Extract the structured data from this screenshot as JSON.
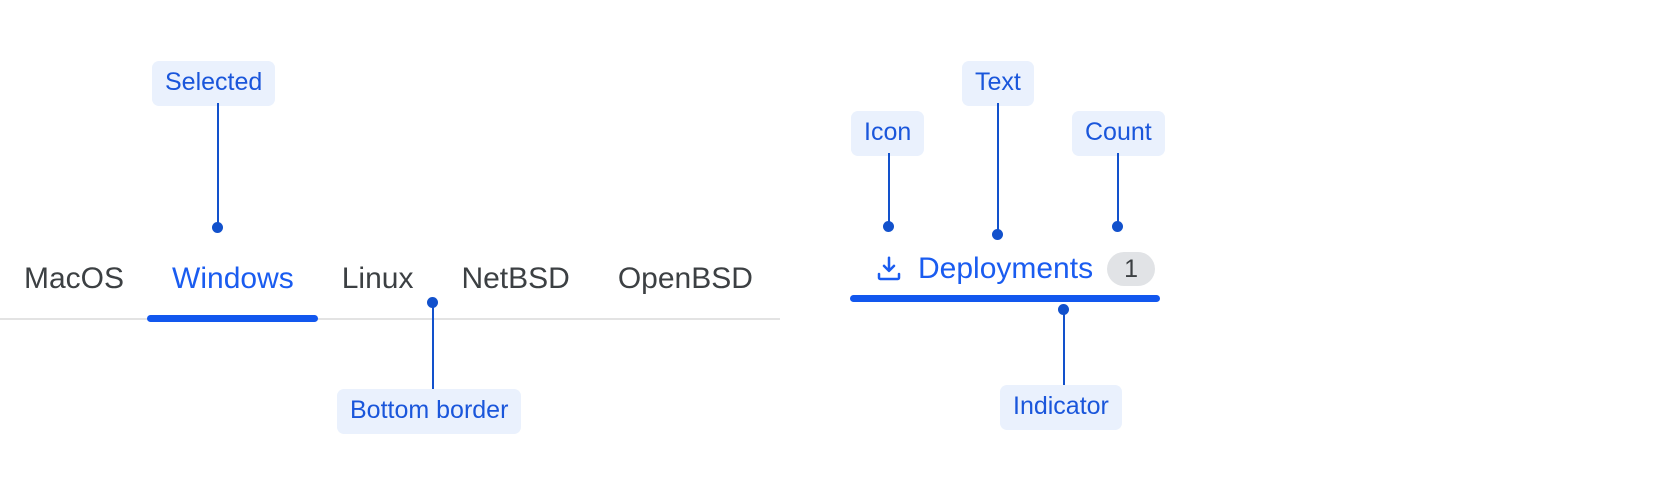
{
  "theme": {
    "accent_blue": "#1a5cf0",
    "indicator_blue": "#1257ee",
    "annotation_text": "#1a56db",
    "annotation_bg": "#eaf1fd",
    "tab_text": "#3c4043",
    "rule_gray": "#e3e3e3",
    "badge_bg": "#e1e3e6"
  },
  "tab_strip": {
    "tabs": [
      {
        "label": "MacOS",
        "selected": false
      },
      {
        "label": "Windows",
        "selected": true
      },
      {
        "label": "Linux",
        "selected": false
      },
      {
        "label": "NetBSD",
        "selected": false
      },
      {
        "label": "OpenBSD",
        "selected": false
      }
    ]
  },
  "deployments_tab": {
    "icon": "download-icon",
    "label": "Deployments",
    "count": "1"
  },
  "annotations": [
    {
      "id": "selected",
      "label": "Selected"
    },
    {
      "id": "bottom-border",
      "label": "Bottom border"
    },
    {
      "id": "icon",
      "label": "Icon"
    },
    {
      "id": "text",
      "label": "Text"
    },
    {
      "id": "count",
      "label": "Count"
    },
    {
      "id": "indicator",
      "label": "Indicator"
    }
  ]
}
